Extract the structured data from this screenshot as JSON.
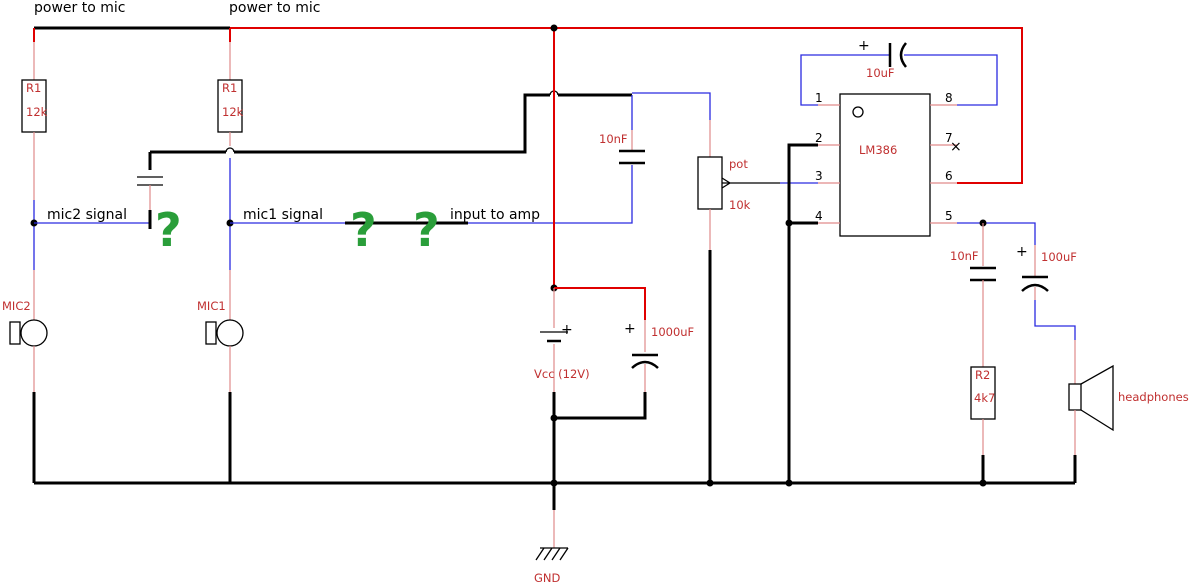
{
  "labels": {
    "power_mic_left": "power to mic",
    "power_mic_right": "power to mic",
    "mic2_signal": "mic2 signal",
    "mic1_signal": "mic1 signal",
    "input_to_amp": "input to amp"
  },
  "components": {
    "r1_left": {
      "name": "R1",
      "value": "12k"
    },
    "r1_right": {
      "name": "R1",
      "value": "12k"
    },
    "mic2": "MIC2",
    "mic1": "MIC1",
    "cap_10nf_input": "10nF",
    "pot": {
      "name": "pot",
      "value": "10k"
    },
    "cap_10uf": "10uF",
    "ic": "LM386",
    "cap_1000uf": "1000uF",
    "vcc": "Vcc (12V)",
    "cap_10nf_out": "10nF",
    "cap_100uf": "100uF",
    "r2": {
      "name": "R2",
      "value": "4k7"
    },
    "headphones": "headphones",
    "gnd": "GND",
    "plus_sign": "+",
    "no_connect": "×"
  },
  "pins": [
    "1",
    "2",
    "3",
    "4",
    "5",
    "6",
    "7",
    "8"
  ],
  "question_mark": "?",
  "colors": {
    "new_wire": "#000000",
    "power": "#e00000",
    "signal": "#2a2ae0",
    "component_lead": "#e08a8a",
    "component_label": "#c03030",
    "question": "#2a9e3a"
  }
}
